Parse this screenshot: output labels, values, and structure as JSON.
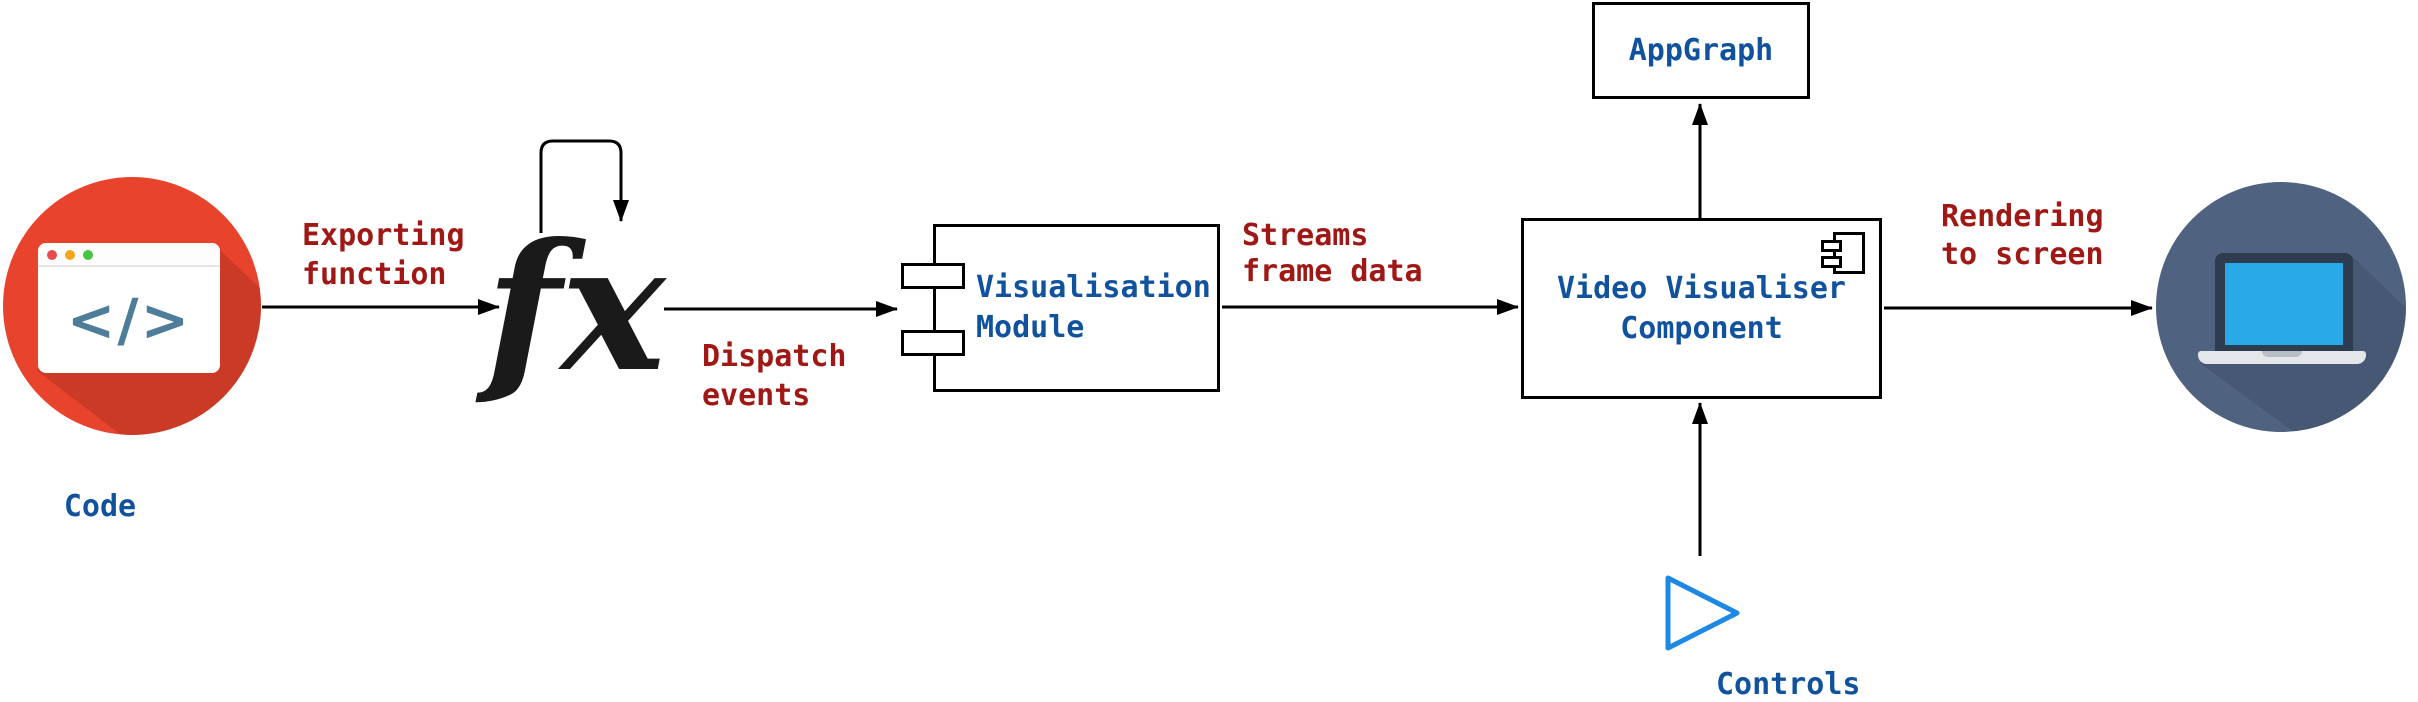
{
  "diagram": {
    "nodes": {
      "code": {
        "label": "Code",
        "glyph": "</>"
      },
      "function": {
        "glyph": "fx"
      },
      "visualisation_module": {
        "label": "Visualisation\nModule"
      },
      "video_visualiser": {
        "label": "Video Visualiser\nComponent"
      },
      "appgraph": {
        "label": "AppGraph"
      },
      "controls": {
        "label": "Controls"
      }
    },
    "edges": {
      "exporting": {
        "label": "Exporting\nfunction"
      },
      "dispatch": {
        "label": "Dispatch\nevents"
      },
      "streams": {
        "label": "Streams\nframe data"
      },
      "rendering": {
        "label": "Rendering\nto screen"
      }
    },
    "colors": {
      "label_blue": "#10529e",
      "label_dark_red": "#a01815",
      "code_circle_red": "#e8432c",
      "code_glyph_teal": "#4e7d99",
      "laptop_circle_slate": "#4f6280",
      "laptop_screen_blue": "#29a9e8",
      "laptop_frame_navy": "#2d3c4e",
      "controls_triangle_blue": "#1e88e5",
      "line_black": "#000000"
    }
  }
}
